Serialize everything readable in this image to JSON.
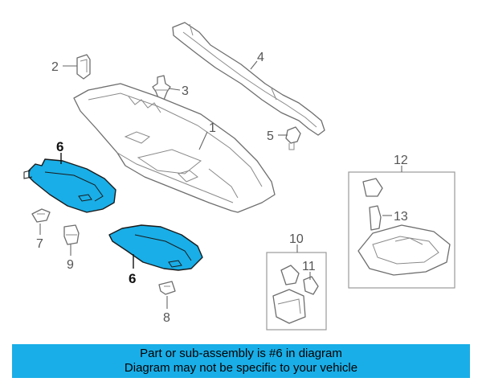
{
  "colors": {
    "highlight": "#19aee7",
    "banner": "#19aee7",
    "outline": "#6e6e6e"
  },
  "callouts": [
    {
      "id": "1",
      "label": "1"
    },
    {
      "id": "2",
      "label": "2"
    },
    {
      "id": "3",
      "label": "3"
    },
    {
      "id": "4",
      "label": "4"
    },
    {
      "id": "5",
      "label": "5"
    },
    {
      "id": "6a",
      "label": "6",
      "highlighted": true
    },
    {
      "id": "6b",
      "label": "6",
      "highlighted": true
    },
    {
      "id": "7",
      "label": "7"
    },
    {
      "id": "8",
      "label": "8"
    },
    {
      "id": "9",
      "label": "9"
    },
    {
      "id": "10",
      "label": "10"
    },
    {
      "id": "11",
      "label": "11"
    },
    {
      "id": "12",
      "label": "12"
    },
    {
      "id": "13",
      "label": "13"
    }
  ],
  "banner": {
    "line1": "Part or sub-assembly is #6 in diagram",
    "line2": "Diagram may not be specific to your vehicle"
  }
}
